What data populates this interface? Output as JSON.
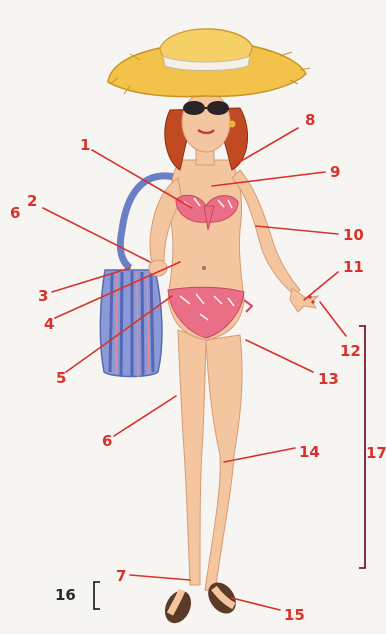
{
  "diagram": {
    "labels": [
      {
        "id": "1",
        "text": "1"
      },
      {
        "id": "2",
        "text": "2"
      },
      {
        "id": "3",
        "text": "3"
      },
      {
        "id": "4",
        "text": "4"
      },
      {
        "id": "5",
        "text": "5"
      },
      {
        "id": "6a",
        "text": "6"
      },
      {
        "id": "6b",
        "text": "6"
      },
      {
        "id": "7",
        "text": "7"
      },
      {
        "id": "8",
        "text": "8"
      },
      {
        "id": "9",
        "text": "9"
      },
      {
        "id": "10",
        "text": "10"
      },
      {
        "id": "11",
        "text": "11"
      },
      {
        "id": "12",
        "text": "12"
      },
      {
        "id": "13",
        "text": "13"
      },
      {
        "id": "14",
        "text": "14"
      },
      {
        "id": "15",
        "text": "15"
      },
      {
        "id": "16",
        "text": "16"
      },
      {
        "id": "17",
        "text": "17"
      }
    ],
    "colors": {
      "label": "#d8322c",
      "bracket": "#7a1d2c",
      "hat": "#f2c24a",
      "hat_band": "#f5efe6",
      "hair": "#c14a22",
      "skin": "#f3c6a0",
      "bikini": "#ea6f86",
      "bag": "#6a7fc6"
    }
  }
}
